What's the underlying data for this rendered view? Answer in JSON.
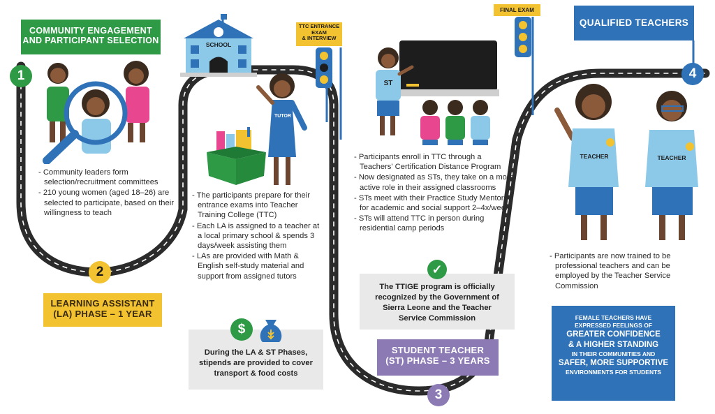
{
  "colors": {
    "green": "#2e9a45",
    "yellow": "#f2c230",
    "purple": "#8c7ab5",
    "blue": "#2f72b8",
    "road": "#2b2b2b"
  },
  "stage1": {
    "number": "1",
    "title_line1": "COMMUNITY ENGAGEMENT",
    "title_line2": "AND PARTICIPANT SELECTION",
    "bullets": [
      "- Community leaders form selection/recruitment committees",
      "- 210 young women (aged 18–26) are selected to participate, based on their willingness to teach"
    ]
  },
  "stage2": {
    "number": "2",
    "title_line1": "LEARNING ASSISTANT",
    "title_line2": "(LA) PHASE – 1 YEAR",
    "school_label": "SCHOOL",
    "tutor_label": "TUTOR",
    "bullets": [
      "- The participants prepare for their entrance exams into Teacher Training College (TTC)",
      "- Each LA is assigned to a teacher at a local primary school & spends 3 days/week assisting them",
      "- LAs are provided with Math & English self-study material and support from assigned tutors"
    ],
    "stipend_text": "During the LA & ST Phases, stipends are provided to cover transport & food costs",
    "dollar_symbol": "$"
  },
  "tag_entrance": {
    "line1": "TTC ENTRANCE",
    "line2": "EXAM",
    "line3": "& INTERVIEW"
  },
  "stage3": {
    "number": "3",
    "title_line1": "STUDENT TEACHER",
    "title_line2": "(ST) PHASE – 3 YEARS",
    "st_label": "ST",
    "bullets": [
      "- Participants enroll in TTC through a Teachers' Certification Distance Program",
      "- Now designated as STs, they take on a more active role in their assigned classrooms",
      "- STs meet with their Practice Study Mentors for academic and social support 2–4x/week",
      "- STs will attend TTC in person during residential camp periods"
    ],
    "recognition_text": "The TTIGE program is officially recognized by the Government of Sierra Leone and the Teacher Service Commission"
  },
  "tag_final": {
    "line1": "FINAL EXAM"
  },
  "stage4": {
    "number": "4",
    "title": "QUALIFIED TEACHERS",
    "teacher_label": "TEACHER",
    "bullets": [
      "- Participants are now trained to be professional teachers and can be employed by the Teacher Service Commission"
    ],
    "box": {
      "l1": "FEMALE TEACHERS HAVE",
      "l2": "EXPRESSED FEELINGS OF",
      "l3": "GREATER CONFIDENCE",
      "l4": "& A HIGHER STANDING",
      "l5": "IN THEIR COMMUNITIES AND",
      "l6": "SAFER, MORE SUPPORTIVE",
      "l7": "ENVIRONMENTS FOR STUDENTS"
    }
  }
}
